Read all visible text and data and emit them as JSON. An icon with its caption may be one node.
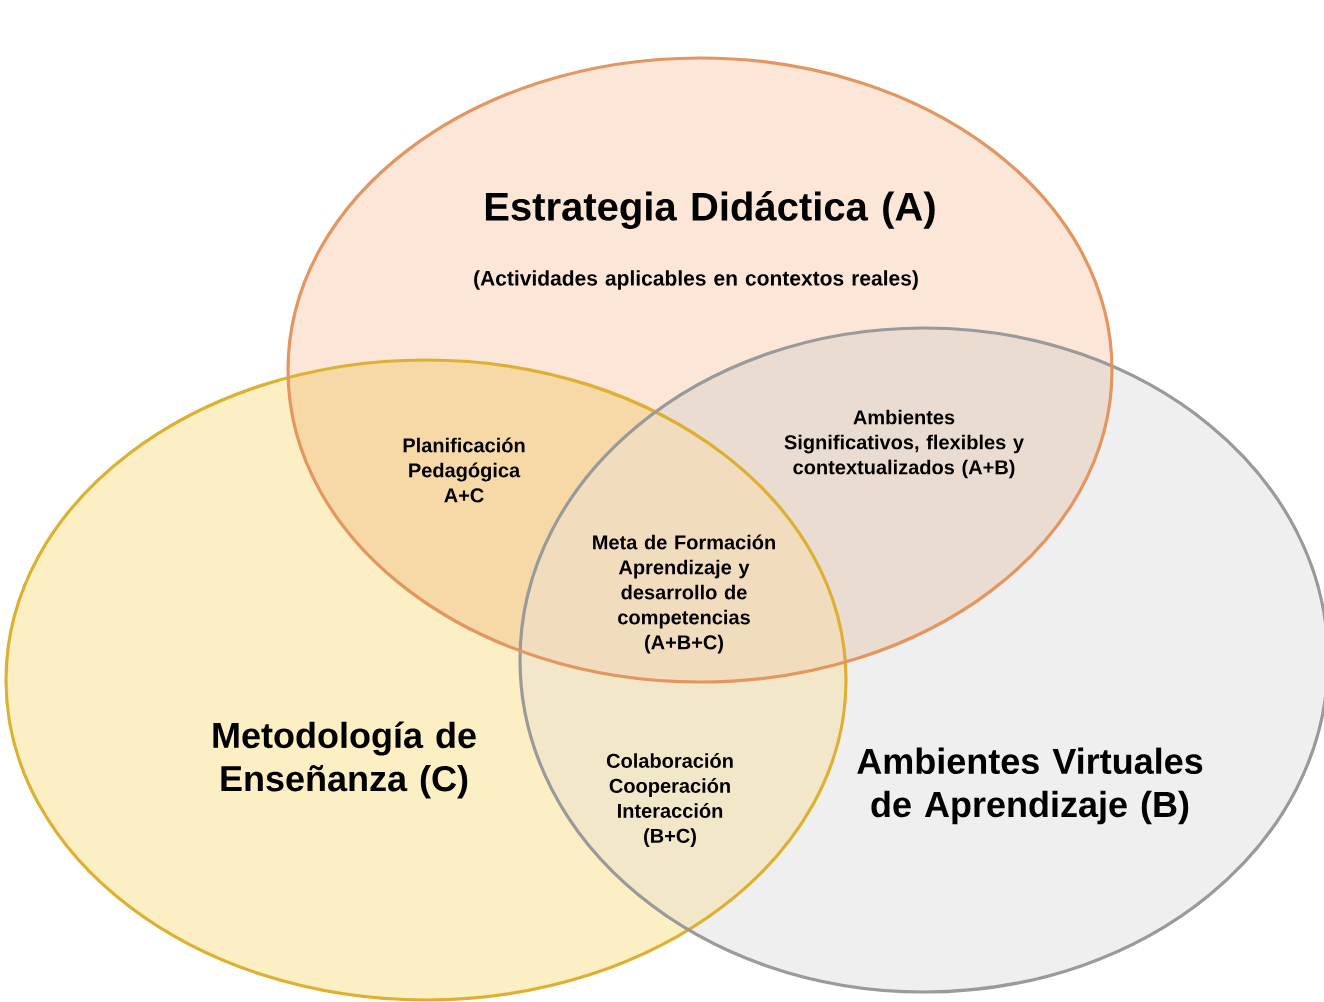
{
  "diagram": {
    "nodes": [
      {
        "text": [
          "Estrategia Didáctica (A)",
          "(Actividades aplicables en contextos reales)"
        ]
      },
      {
        "text": [
          "Ambientes Virtuales de Aprendizaje (B)"
        ]
      },
      {
        "text": [
          "Metodología de Enseñanza (C)"
        ]
      }
    ],
    "labels": [
      "Planificación Pedagógica A+C",
      "Ambientes Significativos, flexibles y contextualizados (A+B)",
      "Meta de Formación Aprendizaje y desarrollo de competencias (A+B+C)",
      "Colaboración Cooperación Interacción (B+C)"
    ]
  }
}
